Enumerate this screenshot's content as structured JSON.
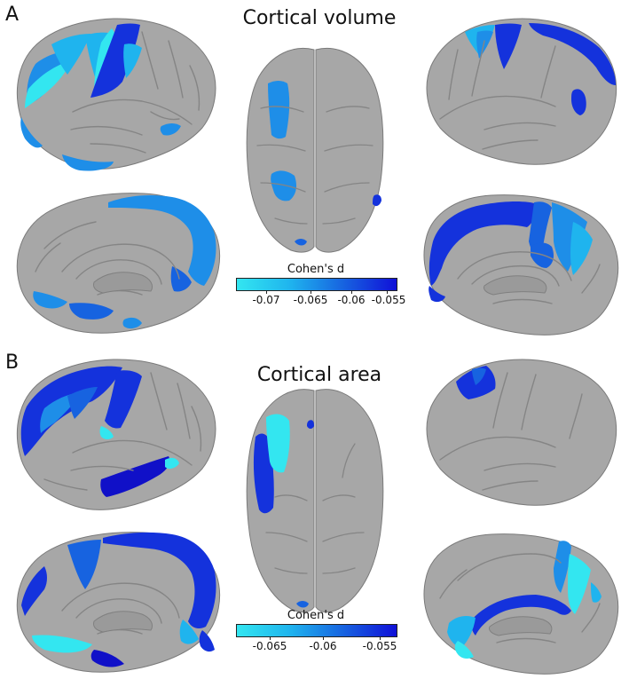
{
  "panels": [
    {
      "letter": "A",
      "title": "Cortical volume",
      "legend": {
        "title": "Cohen's d",
        "ticks": [
          "-0.07",
          "-0.065",
          "-0.06",
          "-0.055"
        ],
        "color_low": "#33e6f0",
        "color_high": "#1010d8"
      }
    },
    {
      "letter": "B",
      "title": "Cortical area",
      "legend": {
        "title": "Cohen's d",
        "ticks": [
          "-0.065",
          "-0.06",
          "-0.055"
        ],
        "color_low": "#33e6f0",
        "color_high": "#1010d8"
      }
    }
  ],
  "colors": {
    "cortex": "#a7a7a7",
    "sulcus": "#8a8a8a",
    "outline": "#6f6f6f",
    "light_cyan": "#33e6f0",
    "cyan": "#1fb4ee",
    "sky_blue": "#1e8ee8",
    "azure": "#1763e0",
    "blue": "#1432dc",
    "dark_blue": "#1010c8"
  }
}
